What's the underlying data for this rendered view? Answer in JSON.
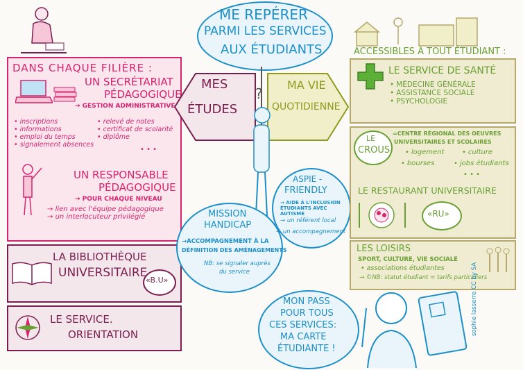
{
  "header": {
    "title_lines": [
      "ME REPÉRER",
      "PARMI LES SERVICES",
      "AUX ÉTUDIANTS"
    ]
  },
  "signs": {
    "left_lines": [
      "MES",
      "ÉTUDES"
    ],
    "right_lines": [
      "MA VIE",
      "QUOTIDIENNE"
    ],
    "question": "?"
  },
  "filiere": {
    "heading": "DANS CHAQUE FILIÈRE :",
    "secretariat_lines": [
      "UN SECRÉTARIAT",
      "PÉDAGOGIQUE"
    ],
    "secretariat_sub": "→ GESTION ADMINISTRATIVE",
    "tasks_left": [
      "inscriptions",
      "informations",
      "emploi du temps",
      "signalement absences"
    ],
    "tasks_right": [
      "relevé de notes",
      "certificat de scolarité",
      "diplôme"
    ],
    "ellipsis": "• • •",
    "responsable_lines": [
      "UN RESPONSABLE",
      "PÉDAGOGIQUE"
    ],
    "responsable_sub": "→ POUR CHAQUE NIVEAU",
    "responsable_items": [
      "lien avec l'équipe pédagogique",
      "un interlocuteur privilégié"
    ]
  },
  "bibliotheque": {
    "lines": [
      "LA BIBLIOTHÈQUE",
      "UNIVERSITAIRE"
    ],
    "abbr": "«B.U»"
  },
  "orientation": {
    "lines": [
      "LE SERVICE.",
      "ORIENTATION"
    ]
  },
  "handicap": {
    "title_lines": [
      "MISSION",
      "HANDICAP"
    ],
    "desc_lines": [
      "→ACCOMPAGNEMENT À LA",
      "DÉFINITION DES AMÉNAGEMENTS"
    ],
    "note_lines": [
      "NB: se signaler auprès",
      "du service"
    ]
  },
  "aspie": {
    "title_lines": [
      "ASPIE -",
      "FRIENDLY"
    ],
    "items": [
      "→ AIDE À L'INCLUSION ÉTUDIANTS AVEC AUTISME",
      "→ un référent local",
      "→ un accompagnement"
    ]
  },
  "pass": {
    "lines": [
      "MON PASS",
      "POUR TOUS",
      "CES SERVICES:",
      "MA CARTE",
      "ÉTUDIANTE !"
    ]
  },
  "access": {
    "heading": "ACCESSIBLES À TOUT ÉTUDIANT :"
  },
  "sante": {
    "title": "LE SERVICE DE SANTÉ",
    "items": [
      "MÉDECINE GÉNÉRALE",
      "ASSISTANCE SOCIALE",
      "PSYCHOLOGIE"
    ]
  },
  "crous": {
    "badge_lines": [
      "LE",
      "CROUS"
    ],
    "desc_lines": [
      "=CENTRE RÉGIONAL DES OEUVRES",
      "UNIVERSITAIRES ET SCOLAIRES"
    ],
    "items": [
      "logement",
      "culture",
      "bourses",
      "jobs étudiants"
    ],
    "ellipsis": "• • •"
  },
  "restaurant": {
    "title": "LE RESTAURANT UNIVERSITAIRE",
    "abbr": "«RU»"
  },
  "loisirs": {
    "title": "LES LOISIRS",
    "subtitle": "SPORT, CULTURE, VIE SOCIALE",
    "item": "associations étudiantes",
    "note": "NB: statut étudiant = tarifs particuliers"
  },
  "credit": {
    "text": "sophie lasserre CC by SA"
  },
  "colors": {
    "pink": "#d6246e",
    "plum": "#7a1e4f",
    "green": "#6aa033",
    "blue": "#1d8fc8",
    "olive": "#8f9b1e"
  }
}
